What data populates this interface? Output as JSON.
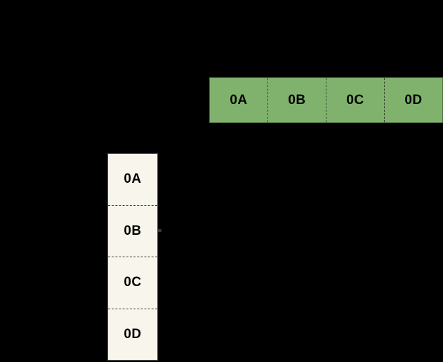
{
  "diagram": {
    "title": "byte-array-layout",
    "background_color": "#000000",
    "horizontal_array": {
      "name": "horizontal-byte-row",
      "fill_color": "#80b26d",
      "border_color": "#4b6b40",
      "divider_style": "dashed",
      "cells": [
        {
          "label": "0A"
        },
        {
          "label": "0B"
        },
        {
          "label": "0C"
        },
        {
          "label": "0D"
        }
      ]
    },
    "vertical_array": {
      "name": "vertical-byte-column",
      "fill_color": "#f8f6ec",
      "border_color": "#555248",
      "divider_style": "dashed",
      "cells": [
        {
          "label": "0A"
        },
        {
          "label": "0B"
        },
        {
          "label": "0C"
        },
        {
          "label": "0D"
        }
      ]
    },
    "marker": {
      "name": "cell-tick-marker",
      "attached_to": "0B",
      "color": "#3a3a33"
    }
  }
}
